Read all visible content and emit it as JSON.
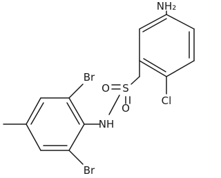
{
  "molecule": {
    "atoms": {
      "nh2": "NH₂",
      "cl": "Cl",
      "s": "S",
      "o_top": "O",
      "o_bottom": "O",
      "nh": "NH",
      "br_top": "Br",
      "br_bottom": "Br"
    }
  }
}
